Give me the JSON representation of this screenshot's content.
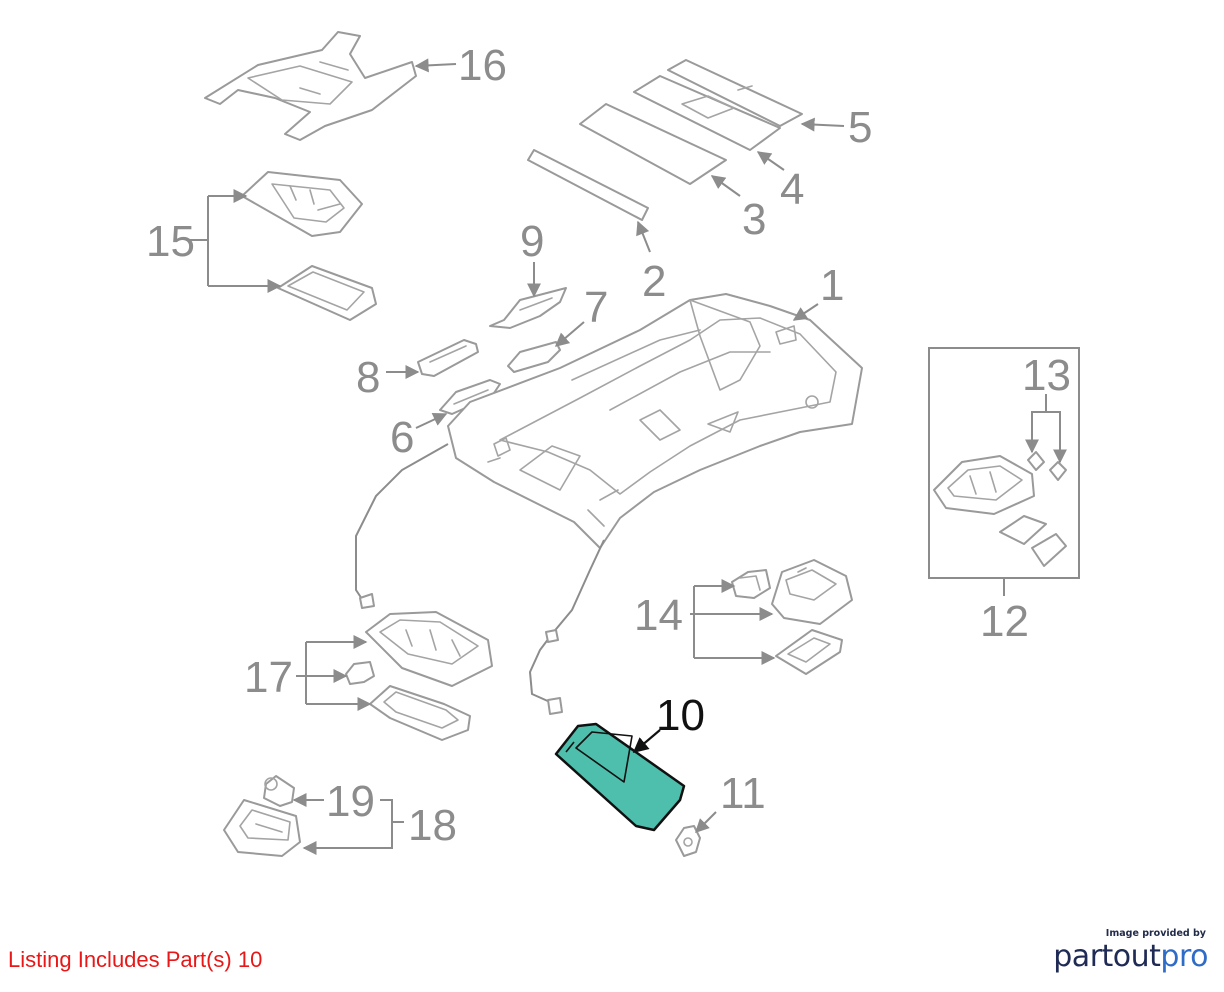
{
  "callouts": {
    "n1": "1",
    "n2": "2",
    "n3": "3",
    "n4": "4",
    "n5": "5",
    "n6": "6",
    "n7": "7",
    "n8": "8",
    "n9": "9",
    "n10": "10",
    "n11": "11",
    "n12": "12",
    "n13": "13",
    "n14": "14",
    "n15": "15",
    "n16": "16",
    "n17": "17",
    "n18": "18",
    "n19": "19"
  },
  "highlight": {
    "part": "10",
    "color": "#4dbfac",
    "outline": "#111111"
  },
  "footer": {
    "listing": "Listing Includes Part(s) 10",
    "brand_small": "Image provided by",
    "brand_part": "partout",
    "brand_pro": "pro"
  },
  "colors": {
    "listing": "#e81818",
    "brand_dark": "#1f2a55",
    "brand_accent": "#2f6cc8",
    "line": "#8c8c8c"
  }
}
